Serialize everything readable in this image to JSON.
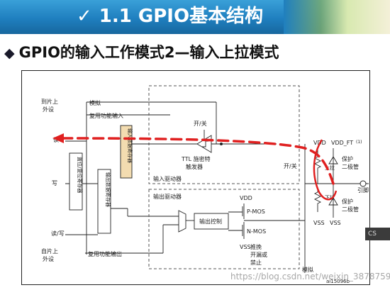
{
  "banner": {
    "check_glyph": "✓",
    "title": "1.1  GPIO基本结构"
  },
  "heading": {
    "bullet": "◆",
    "text": "GPIO的输入工作模式2—输入上拉模式"
  },
  "diagram": {
    "label_to_chip_1": "到片上",
    "label_to_chip_2": "外设",
    "label_analog_top": "模拟",
    "label_alt_input": "复用功能输入",
    "label_read": "读",
    "label_write": "写",
    "label_read_write": "读/写",
    "label_from_chip_1": "自片上",
    "label_from_chip_2": "外设",
    "label_alt_output": "复用功能输出",
    "reg_input_data": "输入数据寄存器",
    "reg_bit_set_reset": "置位/复位寄存器",
    "reg_output_data": "输出数据寄存器",
    "label_on_off_top": "开/关",
    "label_ttl_1": "TTL 施密特",
    "label_ttl_2": "触发器",
    "label_input_driver": "输入驱动器",
    "label_output_driver": "输出驱动器",
    "label_output_control": "输出控制",
    "label_vdd": "VDD",
    "label_vss": "VSS",
    "label_pmos": "P-MOS",
    "label_nmos": "N-MOS",
    "label_pushpull": "推挽",
    "label_opendrain": "开漏或",
    "label_disabled": "禁止",
    "label_analog_bottom": "模拟",
    "label_on_off_right": "开/关",
    "label_vdd_ft": "VDD_FT",
    "label_footnote": "(1)",
    "label_protect_1": "保护",
    "label_diode_1": "二极管",
    "label_protect_2": "保护",
    "label_diode_2": "二极管",
    "label_pin": "引脚",
    "label_pull_up": "上拉",
    "label_pull_down": "下拉",
    "label_fig_id": "ai15096b"
  },
  "watermark": "https://blog.csdn.net/weixin_38787597",
  "badge": "CS",
  "colors": {
    "banner": "#1f7fbf",
    "arrow_red": "#e02020",
    "circle_red": "#e02020"
  }
}
